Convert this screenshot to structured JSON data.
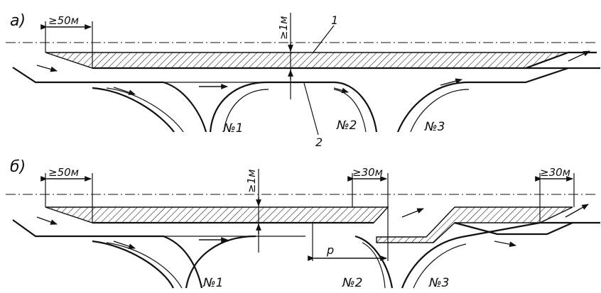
{
  "colors": {
    "ink": "#111111",
    "background": "#ffffff"
  },
  "panel_a": {
    "label": "а)",
    "dim_accel": "≥50м",
    "dim_gap": "≥1м",
    "callout_1": "1",
    "callout_2": "2",
    "exits": [
      "№1",
      "№2",
      "№3"
    ]
  },
  "panel_b": {
    "label": "б)",
    "dim_accel": "≥50м",
    "dim_gap": "≥1м",
    "dim_taper_1": "≥30м",
    "dim_taper_2": "≥30м",
    "dim_p": "р",
    "exits": [
      "№1",
      "№2",
      "№3"
    ]
  }
}
